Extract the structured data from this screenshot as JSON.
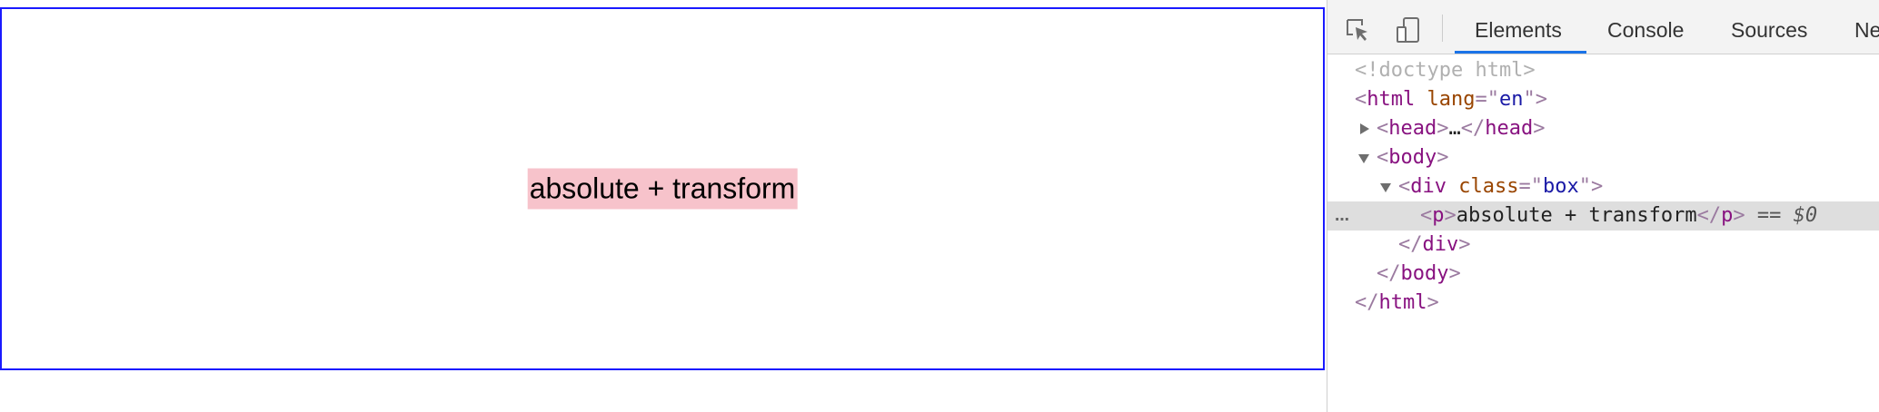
{
  "page": {
    "paragraph_text": "absolute + transform"
  },
  "devtools": {
    "tools": {
      "inspect_icon": "element-picker-icon",
      "device_icon": "device-toolbar-icon"
    },
    "tabs": [
      {
        "label": "Elements",
        "active": true
      },
      {
        "label": "Console"
      },
      {
        "label": "Sources"
      },
      {
        "label": "Ne"
      }
    ],
    "tree": {
      "doctype": "<!doctype html>",
      "html_tag": "html",
      "html_attr_name": "lang",
      "html_attr_value": "en",
      "head_tag": "head",
      "head_ellipsis": "…",
      "body_tag": "body",
      "div_tag": "div",
      "div_attr_name": "class",
      "div_attr_value": "box",
      "p_tag": "p",
      "p_text": "absolute + transform",
      "selected_marker": "== $0",
      "row_dots": "…"
    }
  },
  "colors": {
    "box_border": "#1a1aff",
    "paragraph_bg": "#f7c3cb",
    "tab_active_underline": "#1a73e8",
    "tag": "#881280",
    "attr_name": "#994500",
    "attr_value": "#1a1aa6"
  }
}
